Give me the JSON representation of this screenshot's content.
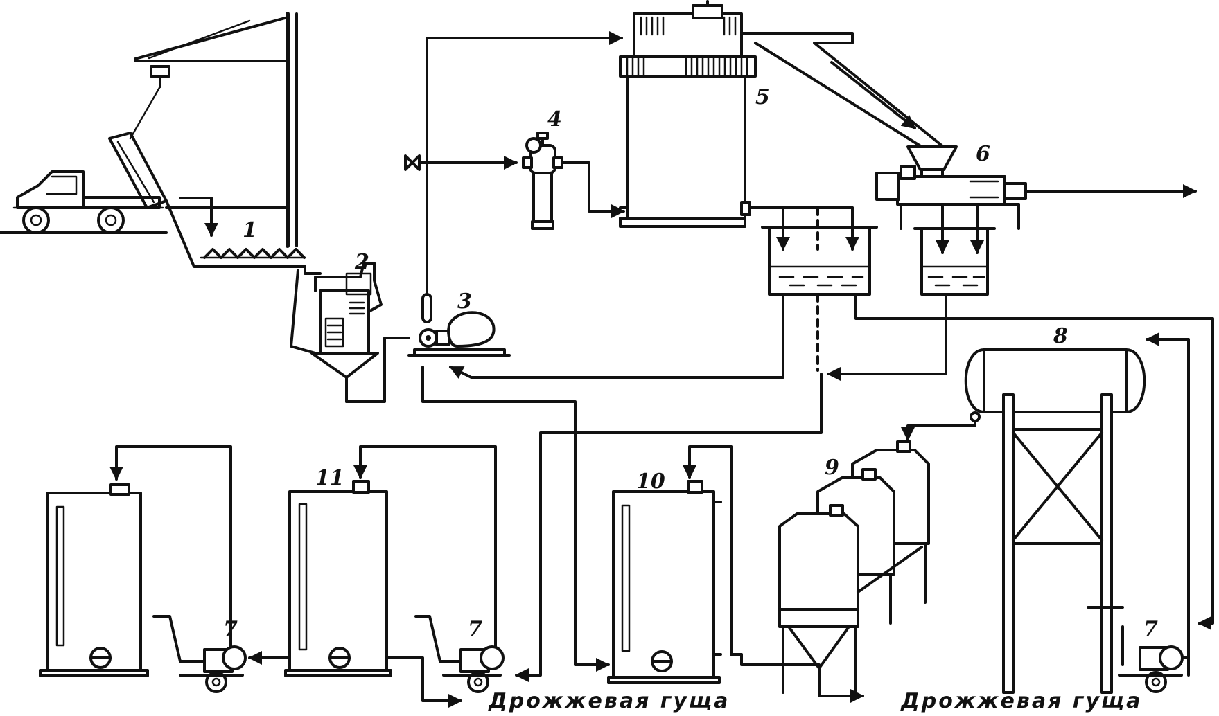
{
  "labels": {
    "n1": "1",
    "n2": "2",
    "n3": "3",
    "n4": "4",
    "n5": "5",
    "n6": "6",
    "n7a": "7",
    "n7b": "7",
    "n7c": "7",
    "n8": "8",
    "n9": "9",
    "n10": "10",
    "n11": "11"
  },
  "captions": {
    "yeast_sediment_left": "Дрожжевая гуща",
    "yeast_sediment_right": "Дрожжевая гуща"
  }
}
